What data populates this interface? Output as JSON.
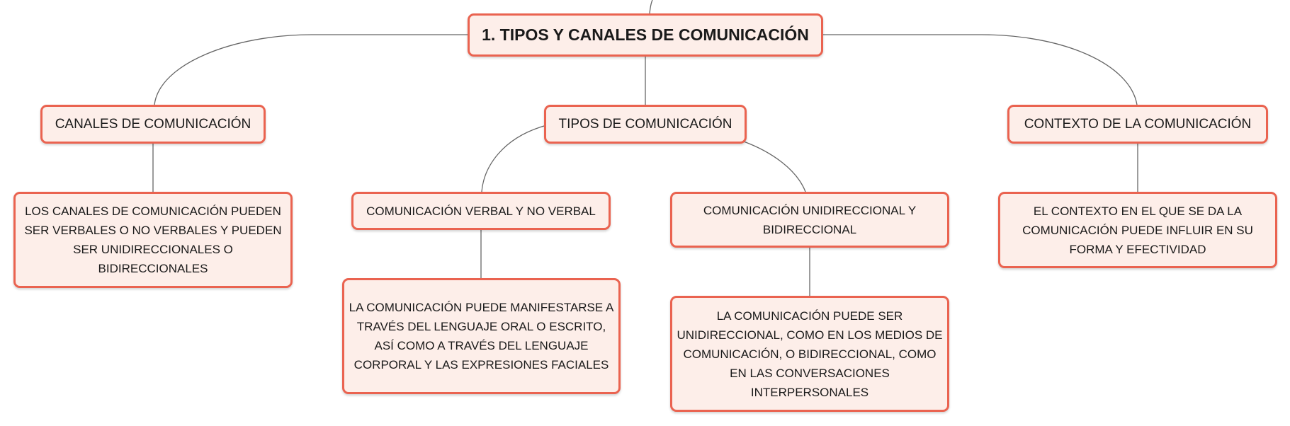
{
  "mind_map": {
    "root": {
      "label": "1. TIPOS Y CANALES DE COMUNICACIÓN"
    },
    "branches": {
      "canales": {
        "label": "CANALES DE COMUNICACIÓN",
        "detail": "LOS CANALES DE COMUNICACIÓN PUEDEN SER VERBALES O NO VERBALES Y PUEDEN SER UNIDIRECCIONALES O BIDIRECCIONALES"
      },
      "tipos": {
        "label": "TIPOS DE COMUNICACIÓN",
        "children": {
          "verbal": {
            "label": "COMUNICACIÓN VERBAL Y NO VERBAL",
            "detail": "LA COMUNICACIÓN PUEDE MANIFESTARSE A TRAVÉS DEL LENGUAJE ORAL O ESCRITO, ASÍ COMO A TRAVÉS DEL LENGUAJE CORPORAL Y LAS EXPRESIONES FACIALES"
          },
          "unidireccional": {
            "label": "COMUNICACIÓN UNIDIRECCIONAL Y BIDIRECCIONAL",
            "detail": "LA COMUNICACIÓN PUEDE SER UNIDIRECCIONAL, COMO EN LOS MEDIOS DE COMUNICACIÓN, O BIDIRECCIONAL, COMO EN LAS CONVERSACIONES INTERPERSONALES"
          }
        }
      },
      "contexto": {
        "label": "CONTEXTO DE LA COMUNICACIÓN",
        "detail": "EL CONTEXTO EN EL QUE SE DA LA COMUNICACIÓN PUEDE INFLUIR EN SU FORMA Y EFECTIVIDAD"
      }
    }
  },
  "colors": {
    "node_border": "#ea6350",
    "node_fill": "#fdeee9",
    "connector": "#666666",
    "text": "#1a1a1a"
  }
}
